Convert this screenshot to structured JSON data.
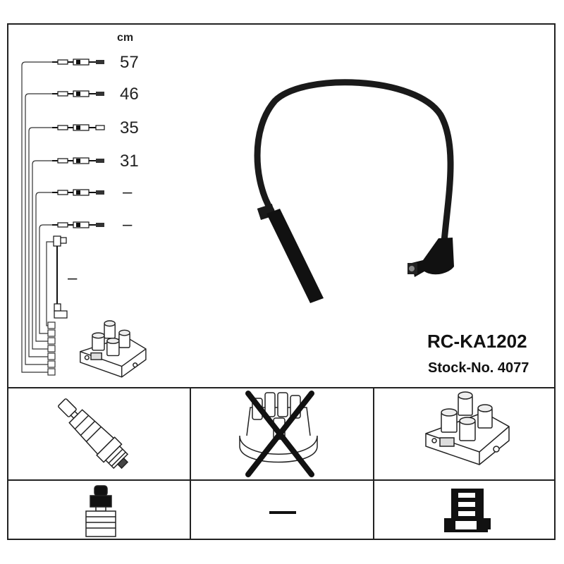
{
  "header": {
    "unit_label": "cm",
    "lengths": [
      "57",
      "46",
      "35",
      "31",
      "–",
      "–",
      "–"
    ]
  },
  "product": {
    "part_number": "RC-KA1202",
    "stock_label": "Stock-No. 4077"
  },
  "compatibility": {
    "distributor_cap_applicable": false,
    "other_adapter_label": "—"
  }
}
